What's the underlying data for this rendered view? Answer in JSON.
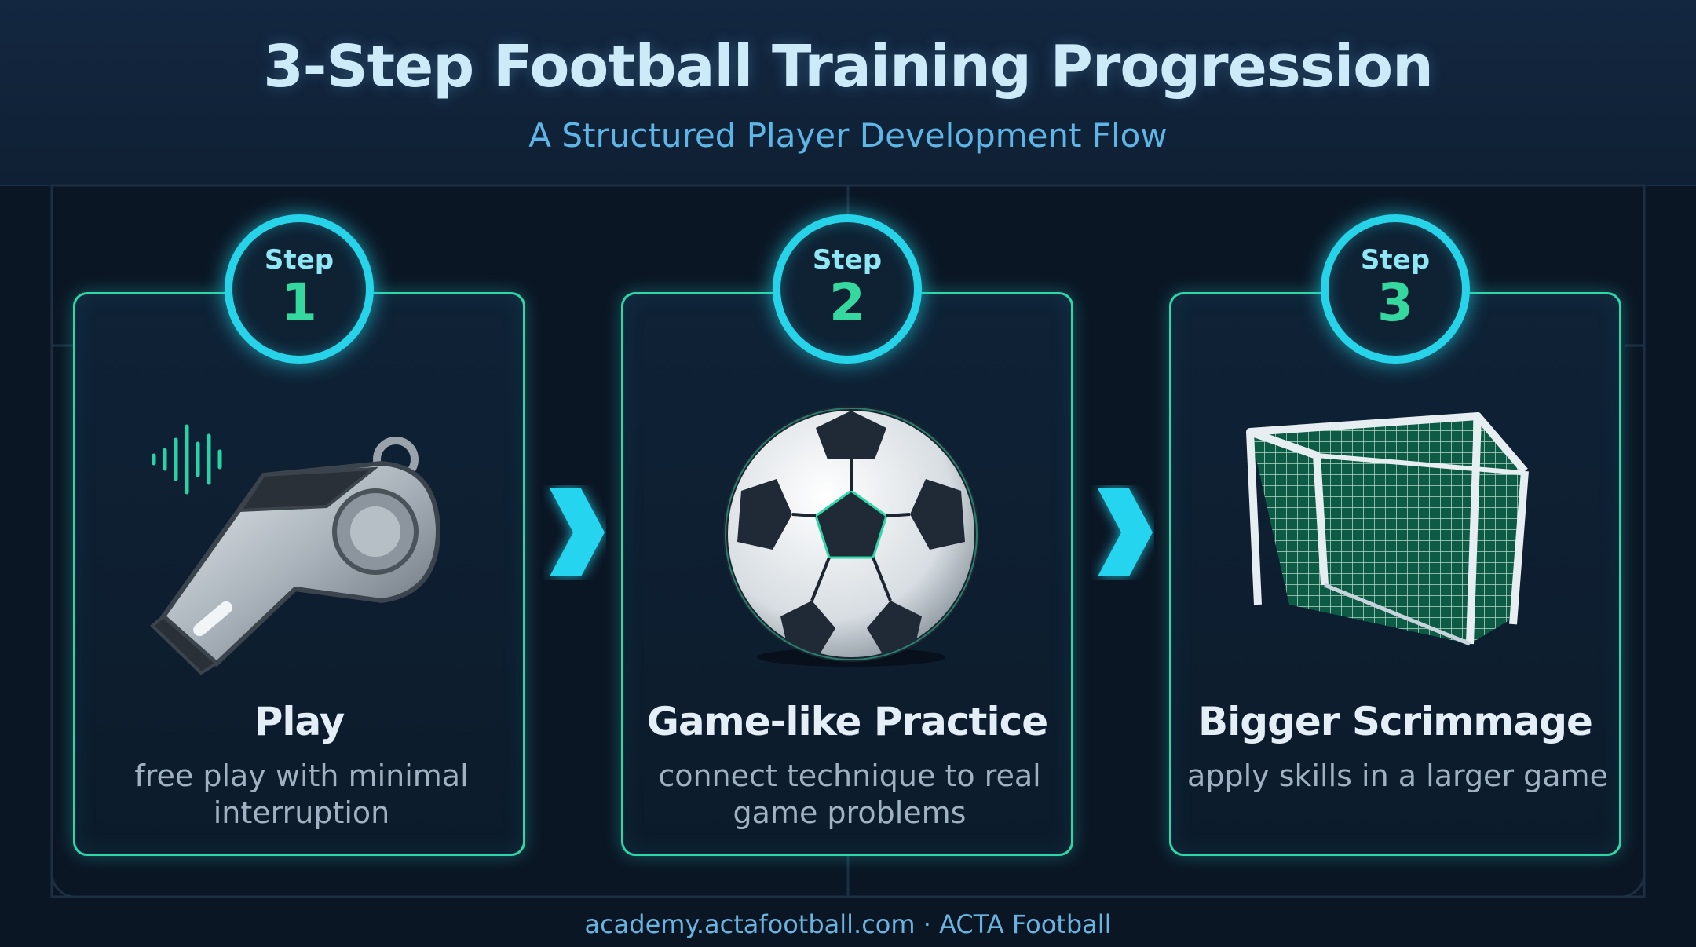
{
  "header": {
    "title": "3-Step Football Training Progression",
    "subtitle": "A Structured Player Development Flow"
  },
  "steps": [
    {
      "badge_label": "Step",
      "number": "1",
      "icon": "whistle-icon",
      "title": "Play",
      "description": "free play with minimal interruption"
    },
    {
      "badge_label": "Step",
      "number": "2",
      "icon": "soccer-ball-icon",
      "title": "Game-like Practice",
      "description": "connect technique to real game problems"
    },
    {
      "badge_label": "Step",
      "number": "3",
      "icon": "goal-net-icon",
      "title": "Bigger Scrimmage",
      "description": "apply skills in a larger game"
    }
  ],
  "footer": {
    "text": "academy.actafootball.com · ACTA Football"
  },
  "colors": {
    "background": "#0b1624",
    "card_border": "#2fd6a8",
    "badge_ring": "#27d3e8",
    "number": "#35d9a0",
    "arrow": "#25d4ee"
  }
}
